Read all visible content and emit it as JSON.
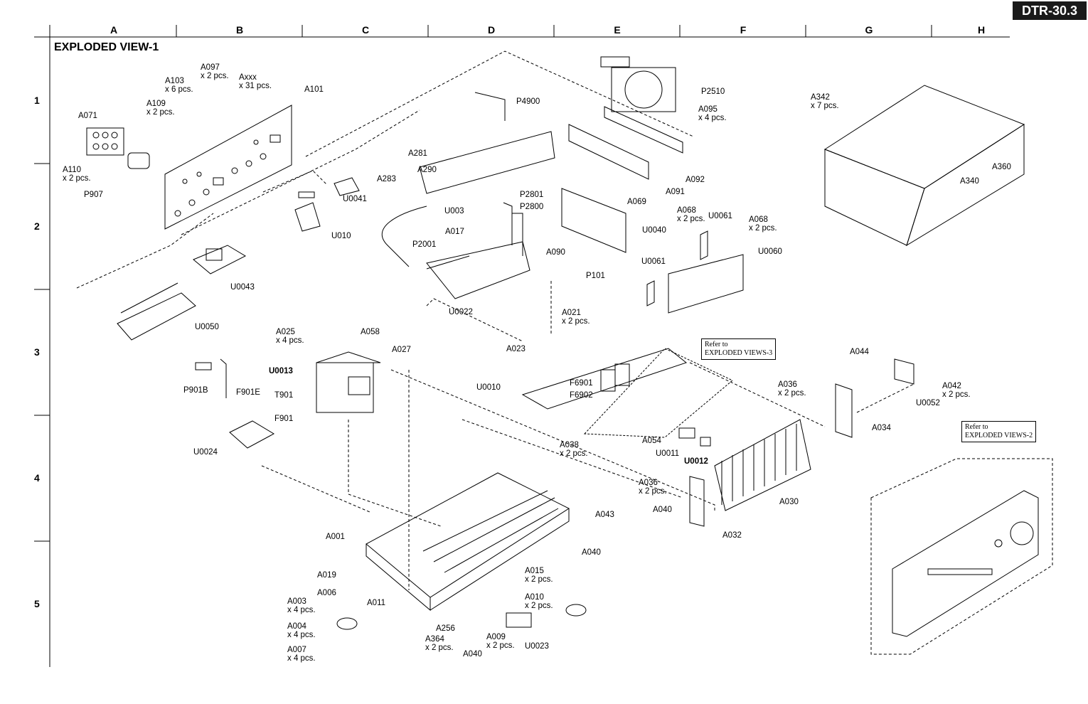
{
  "model": "DTR-30.3",
  "title": "EXPLODED VIEW-1",
  "columns": [
    "A",
    "B",
    "C",
    "D",
    "E",
    "F",
    "G",
    "H"
  ],
  "rows": [
    "1",
    "2",
    "3",
    "4",
    "5"
  ],
  "refer_boxes": [
    {
      "line1": "Refer to",
      "line2": "EXPLODED VIEWS-3"
    },
    {
      "line1": "Refer to",
      "line2": "EXPLODED VIEWS-2"
    }
  ],
  "parts": [
    {
      "id": "A097",
      "qty": "x 2 pcs."
    },
    {
      "id": "Axxx",
      "qty": "x 31 pcs."
    },
    {
      "id": "A103",
      "qty": "x 6 pcs."
    },
    {
      "id": "A101",
      "qty": ""
    },
    {
      "id": "A109",
      "qty": "x 2 pcs."
    },
    {
      "id": "A071",
      "qty": ""
    },
    {
      "id": "A110",
      "qty": "x 2 pcs."
    },
    {
      "id": "P907",
      "qty": ""
    },
    {
      "id": "U0041",
      "qty": ""
    },
    {
      "id": "U010",
      "qty": ""
    },
    {
      "id": "U0043",
      "qty": ""
    },
    {
      "id": "U0050",
      "qty": ""
    },
    {
      "id": "P4900",
      "qty": ""
    },
    {
      "id": "A281",
      "qty": ""
    },
    {
      "id": "A290",
      "qty": ""
    },
    {
      "id": "A283",
      "qty": ""
    },
    {
      "id": "U003",
      "qty": ""
    },
    {
      "id": "P2801",
      "qty": ""
    },
    {
      "id": "P2800",
      "qty": ""
    },
    {
      "id": "A017",
      "qty": ""
    },
    {
      "id": "P2001",
      "qty": ""
    },
    {
      "id": "U0022",
      "qty": ""
    },
    {
      "id": "P2510",
      "qty": ""
    },
    {
      "id": "A095",
      "qty": "x 4 pcs."
    },
    {
      "id": "A092",
      "qty": ""
    },
    {
      "id": "A091",
      "qty": ""
    },
    {
      "id": "A069",
      "qty": ""
    },
    {
      "id": "U0040",
      "qty": ""
    },
    {
      "id": "A090",
      "qty": ""
    },
    {
      "id": "A068",
      "qty": "x 2 pcs."
    },
    {
      "id": "U0061",
      "qty": ""
    },
    {
      "id": "A068",
      "qty": "x 2 pcs."
    },
    {
      "id": "U0060",
      "qty": ""
    },
    {
      "id": "U0061",
      "qty": ""
    },
    {
      "id": "A342",
      "qty": "x 7 pcs."
    },
    {
      "id": "A360",
      "qty": ""
    },
    {
      "id": "A340",
      "qty": ""
    },
    {
      "id": "A025",
      "qty": "x 4 pcs."
    },
    {
      "id": "A058",
      "qty": ""
    },
    {
      "id": "A027",
      "qty": ""
    },
    {
      "id": "U0013",
      "qty": ""
    },
    {
      "id": "T901",
      "qty": ""
    },
    {
      "id": "P901B",
      "qty": ""
    },
    {
      "id": "F901E",
      "qty": ""
    },
    {
      "id": "F901",
      "qty": ""
    },
    {
      "id": "U0024",
      "qty": ""
    },
    {
      "id": "P101",
      "qty": ""
    },
    {
      "id": "A021",
      "qty": "x 2 pcs."
    },
    {
      "id": "A023",
      "qty": ""
    },
    {
      "id": "U0010",
      "qty": ""
    },
    {
      "id": "F6901",
      "qty": ""
    },
    {
      "id": "F6902",
      "qty": ""
    },
    {
      "id": "A038",
      "qty": "x 2 pcs."
    },
    {
      "id": "A054",
      "qty": ""
    },
    {
      "id": "U0011",
      "qty": ""
    },
    {
      "id": "U0012",
      "qty": ""
    },
    {
      "id": "A044",
      "qty": ""
    },
    {
      "id": "A036",
      "qty": "x 2 pcs."
    },
    {
      "id": "U0052",
      "qty": ""
    },
    {
      "id": "A042",
      "qty": "x 2 pcs."
    },
    {
      "id": "A034",
      "qty": ""
    },
    {
      "id": "A036",
      "qty": "x 2 pcs."
    },
    {
      "id": "A040",
      "qty": ""
    },
    {
      "id": "A032",
      "qty": ""
    },
    {
      "id": "A030",
      "qty": ""
    },
    {
      "id": "A043",
      "qty": ""
    },
    {
      "id": "A001",
      "qty": ""
    },
    {
      "id": "A040",
      "qty": ""
    },
    {
      "id": "A019",
      "qty": ""
    },
    {
      "id": "A006",
      "qty": ""
    },
    {
      "id": "A003",
      "qty": "x 4 pcs."
    },
    {
      "id": "A004",
      "qty": "x 4 pcs."
    },
    {
      "id": "A007",
      "qty": "x 4 pcs."
    },
    {
      "id": "A011",
      "qty": ""
    },
    {
      "id": "A015",
      "qty": "x 2 pcs."
    },
    {
      "id": "A010",
      "qty": "x 2 pcs."
    },
    {
      "id": "A256",
      "qty": ""
    },
    {
      "id": "A364",
      "qty": "x 2 pcs."
    },
    {
      "id": "A040",
      "qty": ""
    },
    {
      "id": "A009",
      "qty": "x 2 pcs."
    },
    {
      "id": "U0023",
      "qty": ""
    }
  ]
}
